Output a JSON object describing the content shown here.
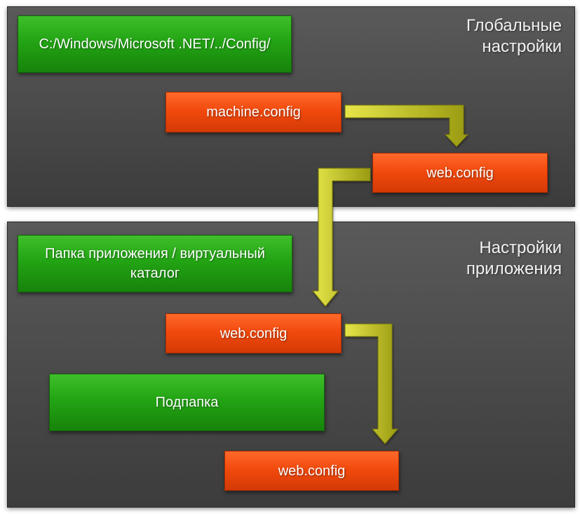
{
  "global_panel": {
    "title_line1": "Глобальные",
    "title_line2": "настройки",
    "path_box": "C:/Windows/Microsoft .NET/../Config/",
    "machine_config": "machine.config",
    "web_config": "web.config"
  },
  "app_panel": {
    "title_line1": "Настройки",
    "title_line2": "приложения",
    "app_folder_line1": "Папка приложения / виртуальный",
    "app_folder_line2": "каталог",
    "web_config": "web.config",
    "subfolder": "Подпапка",
    "subfolder_web_config": "web.config"
  },
  "colors": {
    "panel": "#4a4a4a",
    "green_box": "#23a414",
    "red_box": "#f24a0e",
    "arrow": "#c8c81e"
  }
}
